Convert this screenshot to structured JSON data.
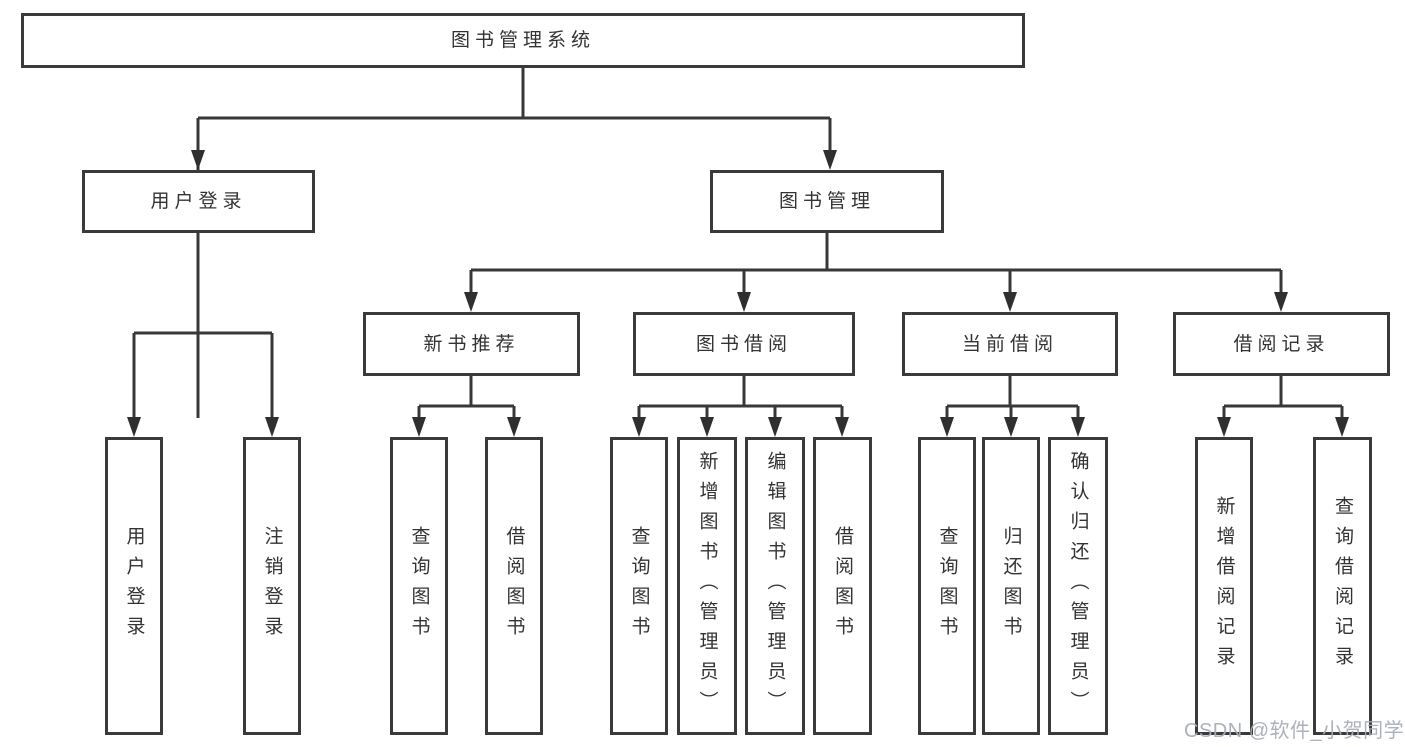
{
  "colors": {
    "background": "#ffffff",
    "line": "#383838",
    "box_border": "#3a3a3a",
    "text": "#333333",
    "watermark": "#a8adb7"
  },
  "tree": {
    "label": "图书管理系统",
    "children": [
      {
        "label": "用户登录",
        "children": [
          {
            "label": "用户登录"
          },
          {
            "label": "注销登录"
          }
        ]
      },
      {
        "label": "图书管理",
        "children": [
          {
            "label": "新书推荐",
            "children": [
              {
                "label": "查询图书"
              },
              {
                "label": "借阅图书"
              }
            ]
          },
          {
            "label": "图书借阅",
            "children": [
              {
                "label": "查询图书"
              },
              {
                "label": "新增图书（管理员）"
              },
              {
                "label": "编辑图书（管理员）"
              },
              {
                "label": "借阅图书"
              }
            ]
          },
          {
            "label": "当前借阅",
            "children": [
              {
                "label": "查询图书"
              },
              {
                "label": "归还图书"
              },
              {
                "label": "确认归还（管理员）"
              }
            ]
          },
          {
            "label": "借阅记录",
            "children": [
              {
                "label": "新增借阅记录"
              },
              {
                "label": "查询借阅记录"
              }
            ]
          }
        ]
      }
    ]
  },
  "watermark": {
    "text": "CSDN @软件_小贺同学"
  }
}
